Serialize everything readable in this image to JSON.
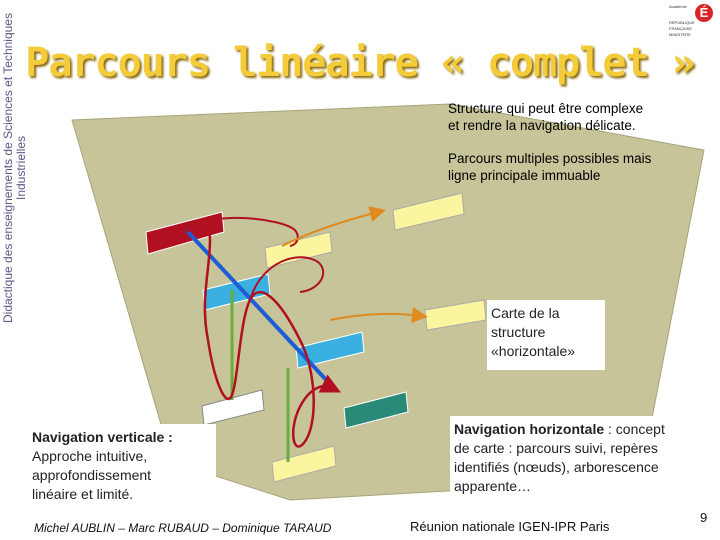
{
  "side_label": {
    "line1": "Didactique des enseignements de Sciences et Techniques",
    "line2": "Industrielles"
  },
  "title": "Parcours linéaire « complet »",
  "logo": {
    "letter": "É",
    "top_text": "Académie",
    "lines": [
      "RÉPUBLIQUE",
      "FRANÇAISE",
      "MINISTÈRE"
    ]
  },
  "notes": {
    "structure": [
      "Structure qui peut être complexe",
      "et rendre la navigation délicate."
    ],
    "multiples": [
      "Parcours multiples possibles mais",
      "ligne principale immuable"
    ]
  },
  "carte_box": [
    "Carte de la",
    "structure",
    "«horizontale»"
  ],
  "vertical": {
    "title": "Navigation verticale :",
    "body": [
      "Approche intuitive,",
      "approfondissement",
      "linéaire et limité."
    ]
  },
  "horizontal": {
    "title": "Navigation horizontale",
    "title_suffix": " : concept",
    "body": [
      "de carte : parcours suivi, repères",
      "identifiés (nœuds), arborescence",
      "apparente…"
    ]
  },
  "footer": {
    "authors": "Michel AUBLIN – Marc RUBAUD – Dominique TARAUD",
    "meeting": "Réunion nationale IGEN-IPR Paris",
    "page": "9"
  },
  "colors": {
    "plane": "#c7c49a",
    "red": "#b01020",
    "blue": "#1e5cd6",
    "green": "#6aab3a",
    "orange": "#e08a20",
    "cyan": "#3ab0e0",
    "teal": "#2a8a78",
    "yellow": "#fbf5a0"
  }
}
